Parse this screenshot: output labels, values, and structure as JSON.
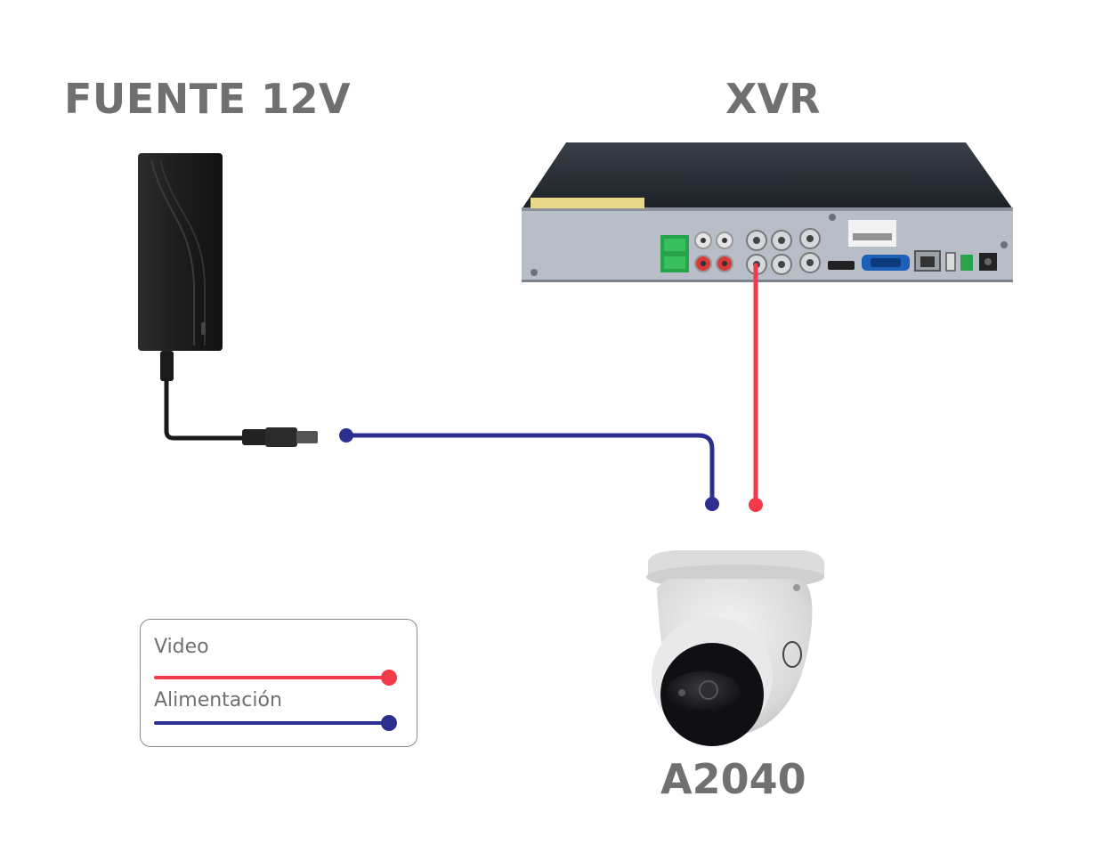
{
  "labels": {
    "supply": "FUENTE 12V",
    "recorder": "XVR",
    "camera": "A2040"
  },
  "legend": {
    "items": [
      {
        "label": "Video",
        "color": "#f23a4a"
      },
      {
        "label": "Alimentación",
        "color": "#2b2f8f"
      }
    ]
  },
  "colors": {
    "video_cable": "#f23a4a",
    "power_cable": "#2b2f8f",
    "label_text": "#707070"
  },
  "icons": [
    "power-adapter-icon",
    "dc-plug-icon",
    "xvr-recorder-icon",
    "dome-camera-icon"
  ]
}
